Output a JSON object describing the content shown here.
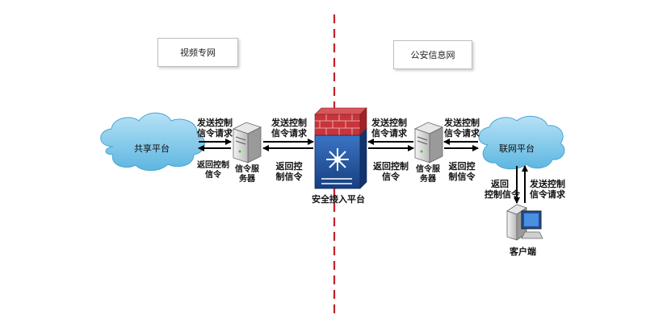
{
  "zones": {
    "left": "视频专网",
    "right": "公安信息网"
  },
  "nodes": {
    "shared_platform": "共享平台",
    "signal_server_left": [
      "信令服",
      "务器"
    ],
    "security_platform": "安全接入平台",
    "signal_server_right": [
      "信令服",
      "务器"
    ],
    "network_platform": "联网平台",
    "client": "客户端"
  },
  "edges": {
    "send_request": [
      "发送控制",
      "信令请求"
    ],
    "return_signal": [
      "返回控制",
      "信令"
    ],
    "return_signal_alt": [
      "返回控",
      "制信令"
    ],
    "return_signal_alt2": [
      "返回",
      "控制信令"
    ]
  },
  "colors": {
    "divider": "#c0222a",
    "cloud": "#7fc9ec",
    "firewall_brick": "#c8343a",
    "switch_blue": "#1d4f9a"
  }
}
